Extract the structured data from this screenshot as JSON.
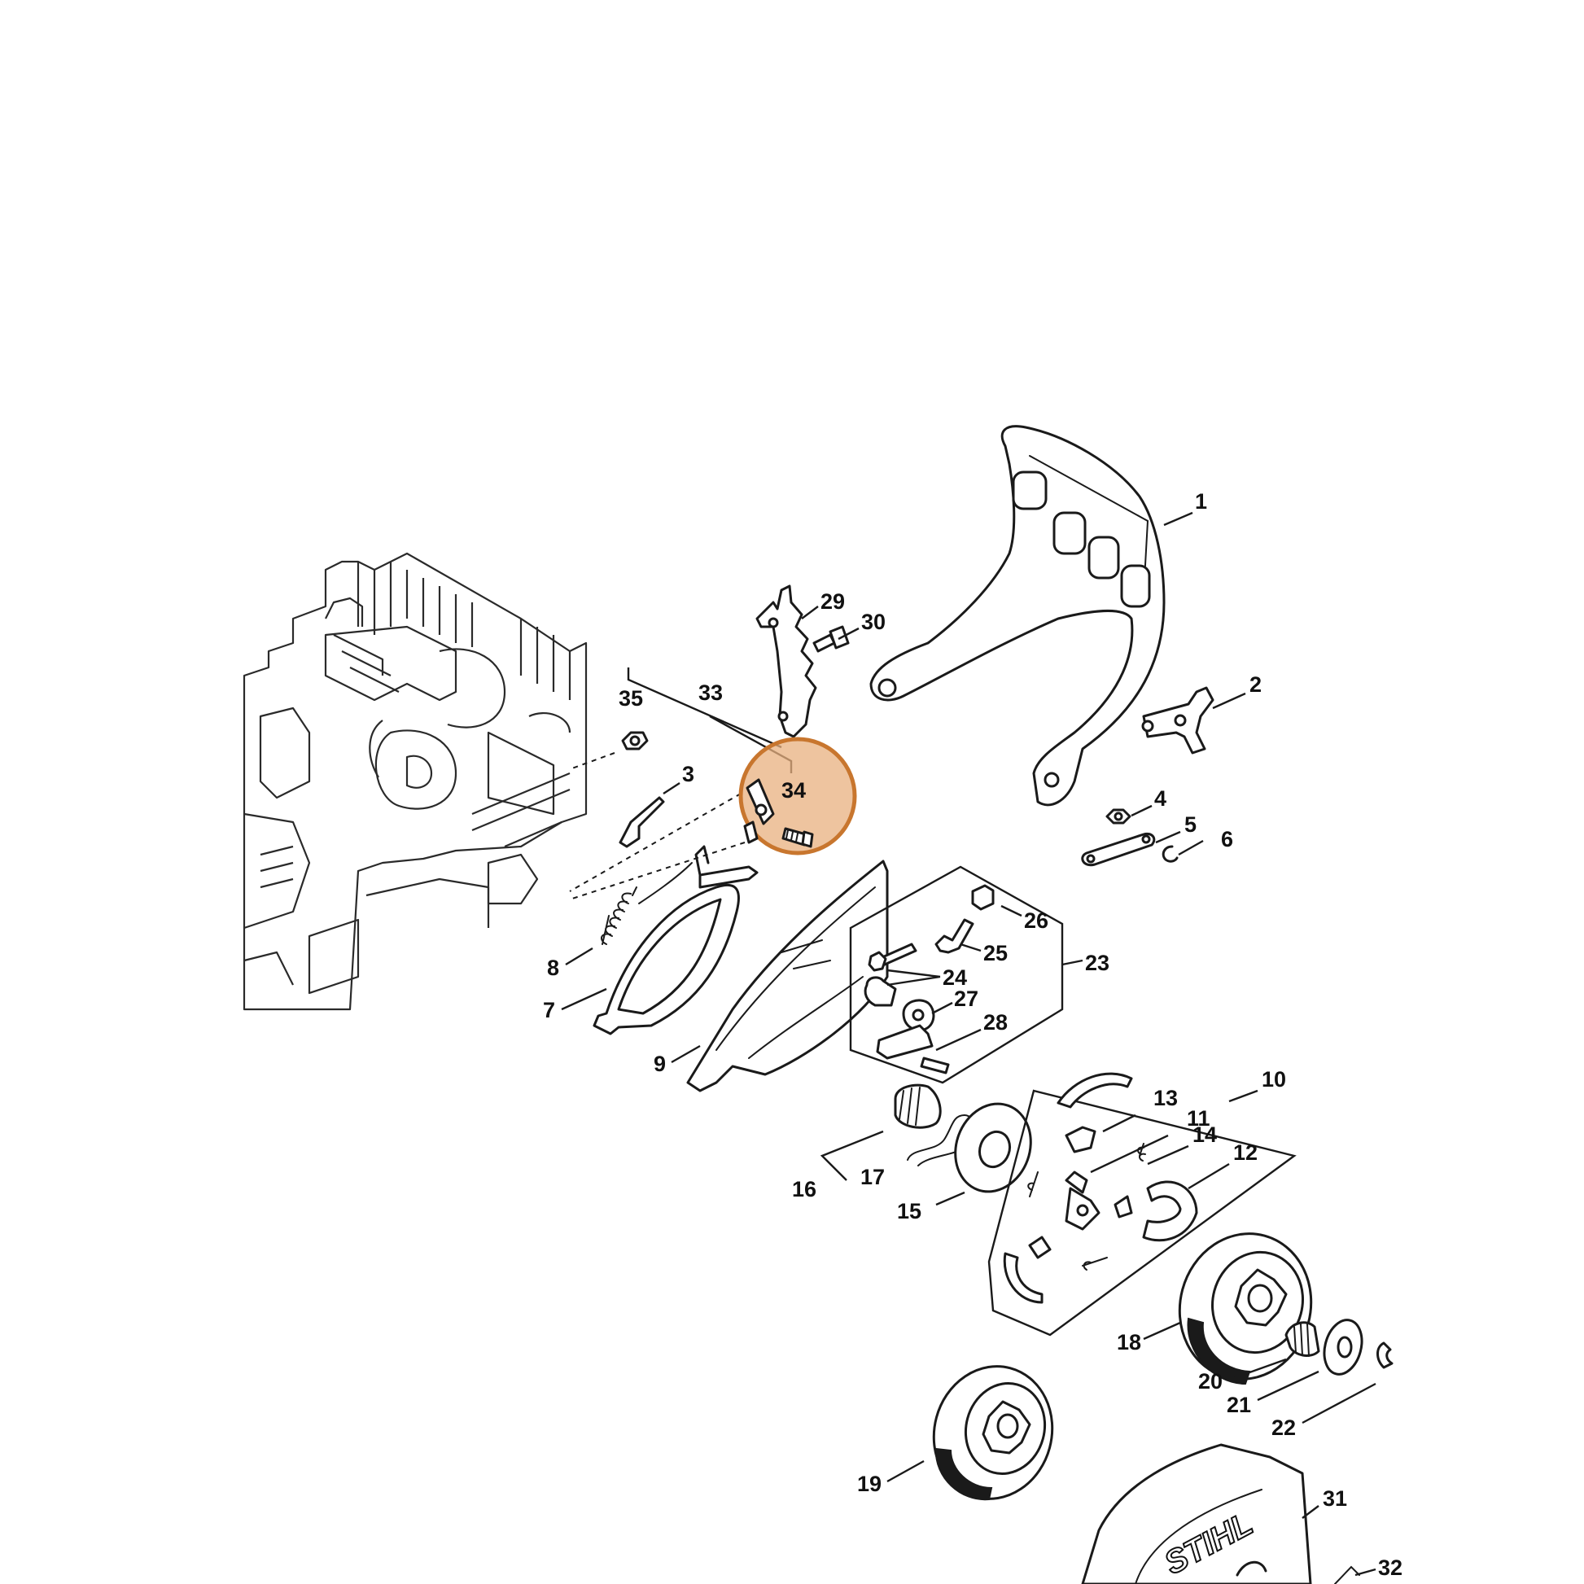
{
  "callouts": {
    "c1": "1",
    "c2": "2",
    "c3": "3",
    "c4": "4",
    "c5": "5",
    "c6": "6",
    "c7": "7",
    "c8": "8",
    "c9": "9",
    "c10": "10",
    "c11": "11",
    "c12": "12",
    "c13": "13",
    "c14": "14",
    "c15": "15",
    "c16": "16",
    "c17": "17",
    "c18": "18",
    "c19": "19",
    "c20": "20",
    "c21": "21",
    "c22": "22",
    "c23": "23",
    "c24": "24",
    "c25": "25",
    "c26": "26",
    "c27": "27",
    "c28": "28",
    "c29": "29",
    "c30": "30",
    "c31": "31",
    "c32": "32",
    "c33": "33",
    "c34": "34",
    "c35": "35"
  },
  "highlight": {
    "part": "34",
    "color": "#e8b07f",
    "ring_color": "#c8762e"
  },
  "logo_text": "STIHL"
}
